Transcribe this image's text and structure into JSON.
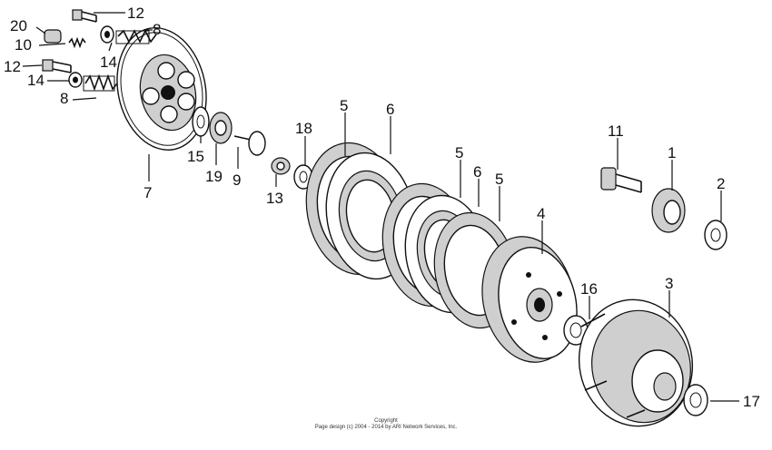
{
  "callouts": {
    "p1": "1",
    "p2": "2",
    "p3": "3",
    "p4": "4",
    "p5a": "5",
    "p5b": "5",
    "p5c": "5",
    "p6a": "6",
    "p6b": "6",
    "p7": "7",
    "p8a": "8",
    "p8b": "8",
    "p9": "9",
    "p10": "10",
    "p11": "11",
    "p12a": "12",
    "p12b": "12",
    "p13": "13",
    "p14a": "14",
    "p14b": "14",
    "p15": "15",
    "p16": "16",
    "p17": "17",
    "p18": "18",
    "p19": "19",
    "p20": "20"
  },
  "footer": {
    "line1": "Copyright",
    "line2": "Page design (c) 2004 - 2014 by ARI Network Services, Inc."
  }
}
